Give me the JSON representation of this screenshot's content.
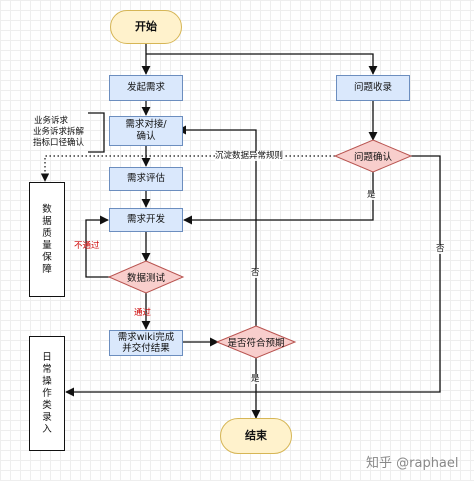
{
  "nodes": {
    "start": "开始",
    "initiate": "发起需求",
    "collect": "问题收录",
    "align": "需求对接/确认",
    "evaluate": "需求评估",
    "develop": "需求开发",
    "problem_confirm": "问题确认",
    "data_test": "数据测试",
    "wiki": "需求wiki完成并交付结果",
    "meets": "是否符合预期",
    "end": "结束",
    "quality": "数据质量保障",
    "daily": "日常操作类录入"
  },
  "note_lines": [
    "业务诉求",
    "业务诉求拆解",
    "指标口径确认"
  ],
  "labels": {
    "precipitate": "沉淀数据异常规则",
    "yes1": "是",
    "no1": "否",
    "yes2": "是",
    "no2": "否",
    "fail": "不通过",
    "pass": "通过"
  },
  "watermark": "知乎 @raphael",
  "colors": {
    "process_fill": "#dae8fc",
    "process_border": "#6c8ebf",
    "terminal_fill": "#fff2cc",
    "terminal_border": "#d6b656",
    "decision_fill": "#f8cecc",
    "decision_border": "#b85450",
    "fail_label": "#cc0000"
  }
}
